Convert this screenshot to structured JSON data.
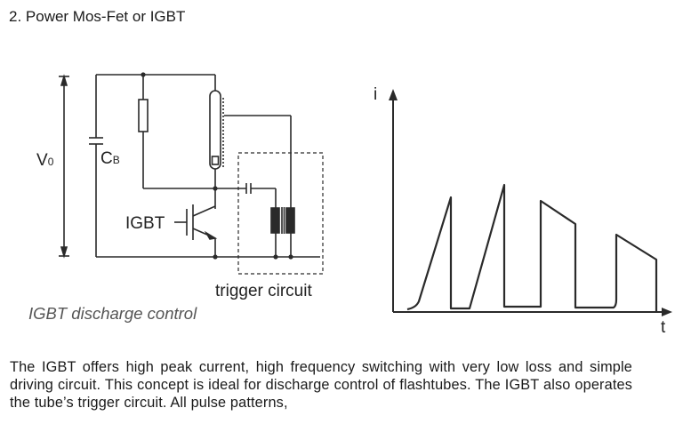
{
  "heading": "2. Power Mos-Fet or IGBT",
  "circuit": {
    "voltage_label": "V",
    "voltage_subscript": "0",
    "capacitor_label": "C",
    "capacitor_subscript": "B",
    "switch_label": "IGBT",
    "trigger_label": "trigger circuit",
    "caption": "IGBT discharge control"
  },
  "graph": {
    "y_label": "i",
    "x_label": "t"
  },
  "paragraph": "The IGBT offers high peak current, high frequency switching with very low loss and simple driving circuit. This concept is ideal for discharge control of flashtubes. The IGBT also operates the tube’s trigger circuit. All pulse patterns,",
  "colors": {
    "line": "#2a2a2a",
    "text": "#1a1a1a",
    "caption": "#555555"
  }
}
